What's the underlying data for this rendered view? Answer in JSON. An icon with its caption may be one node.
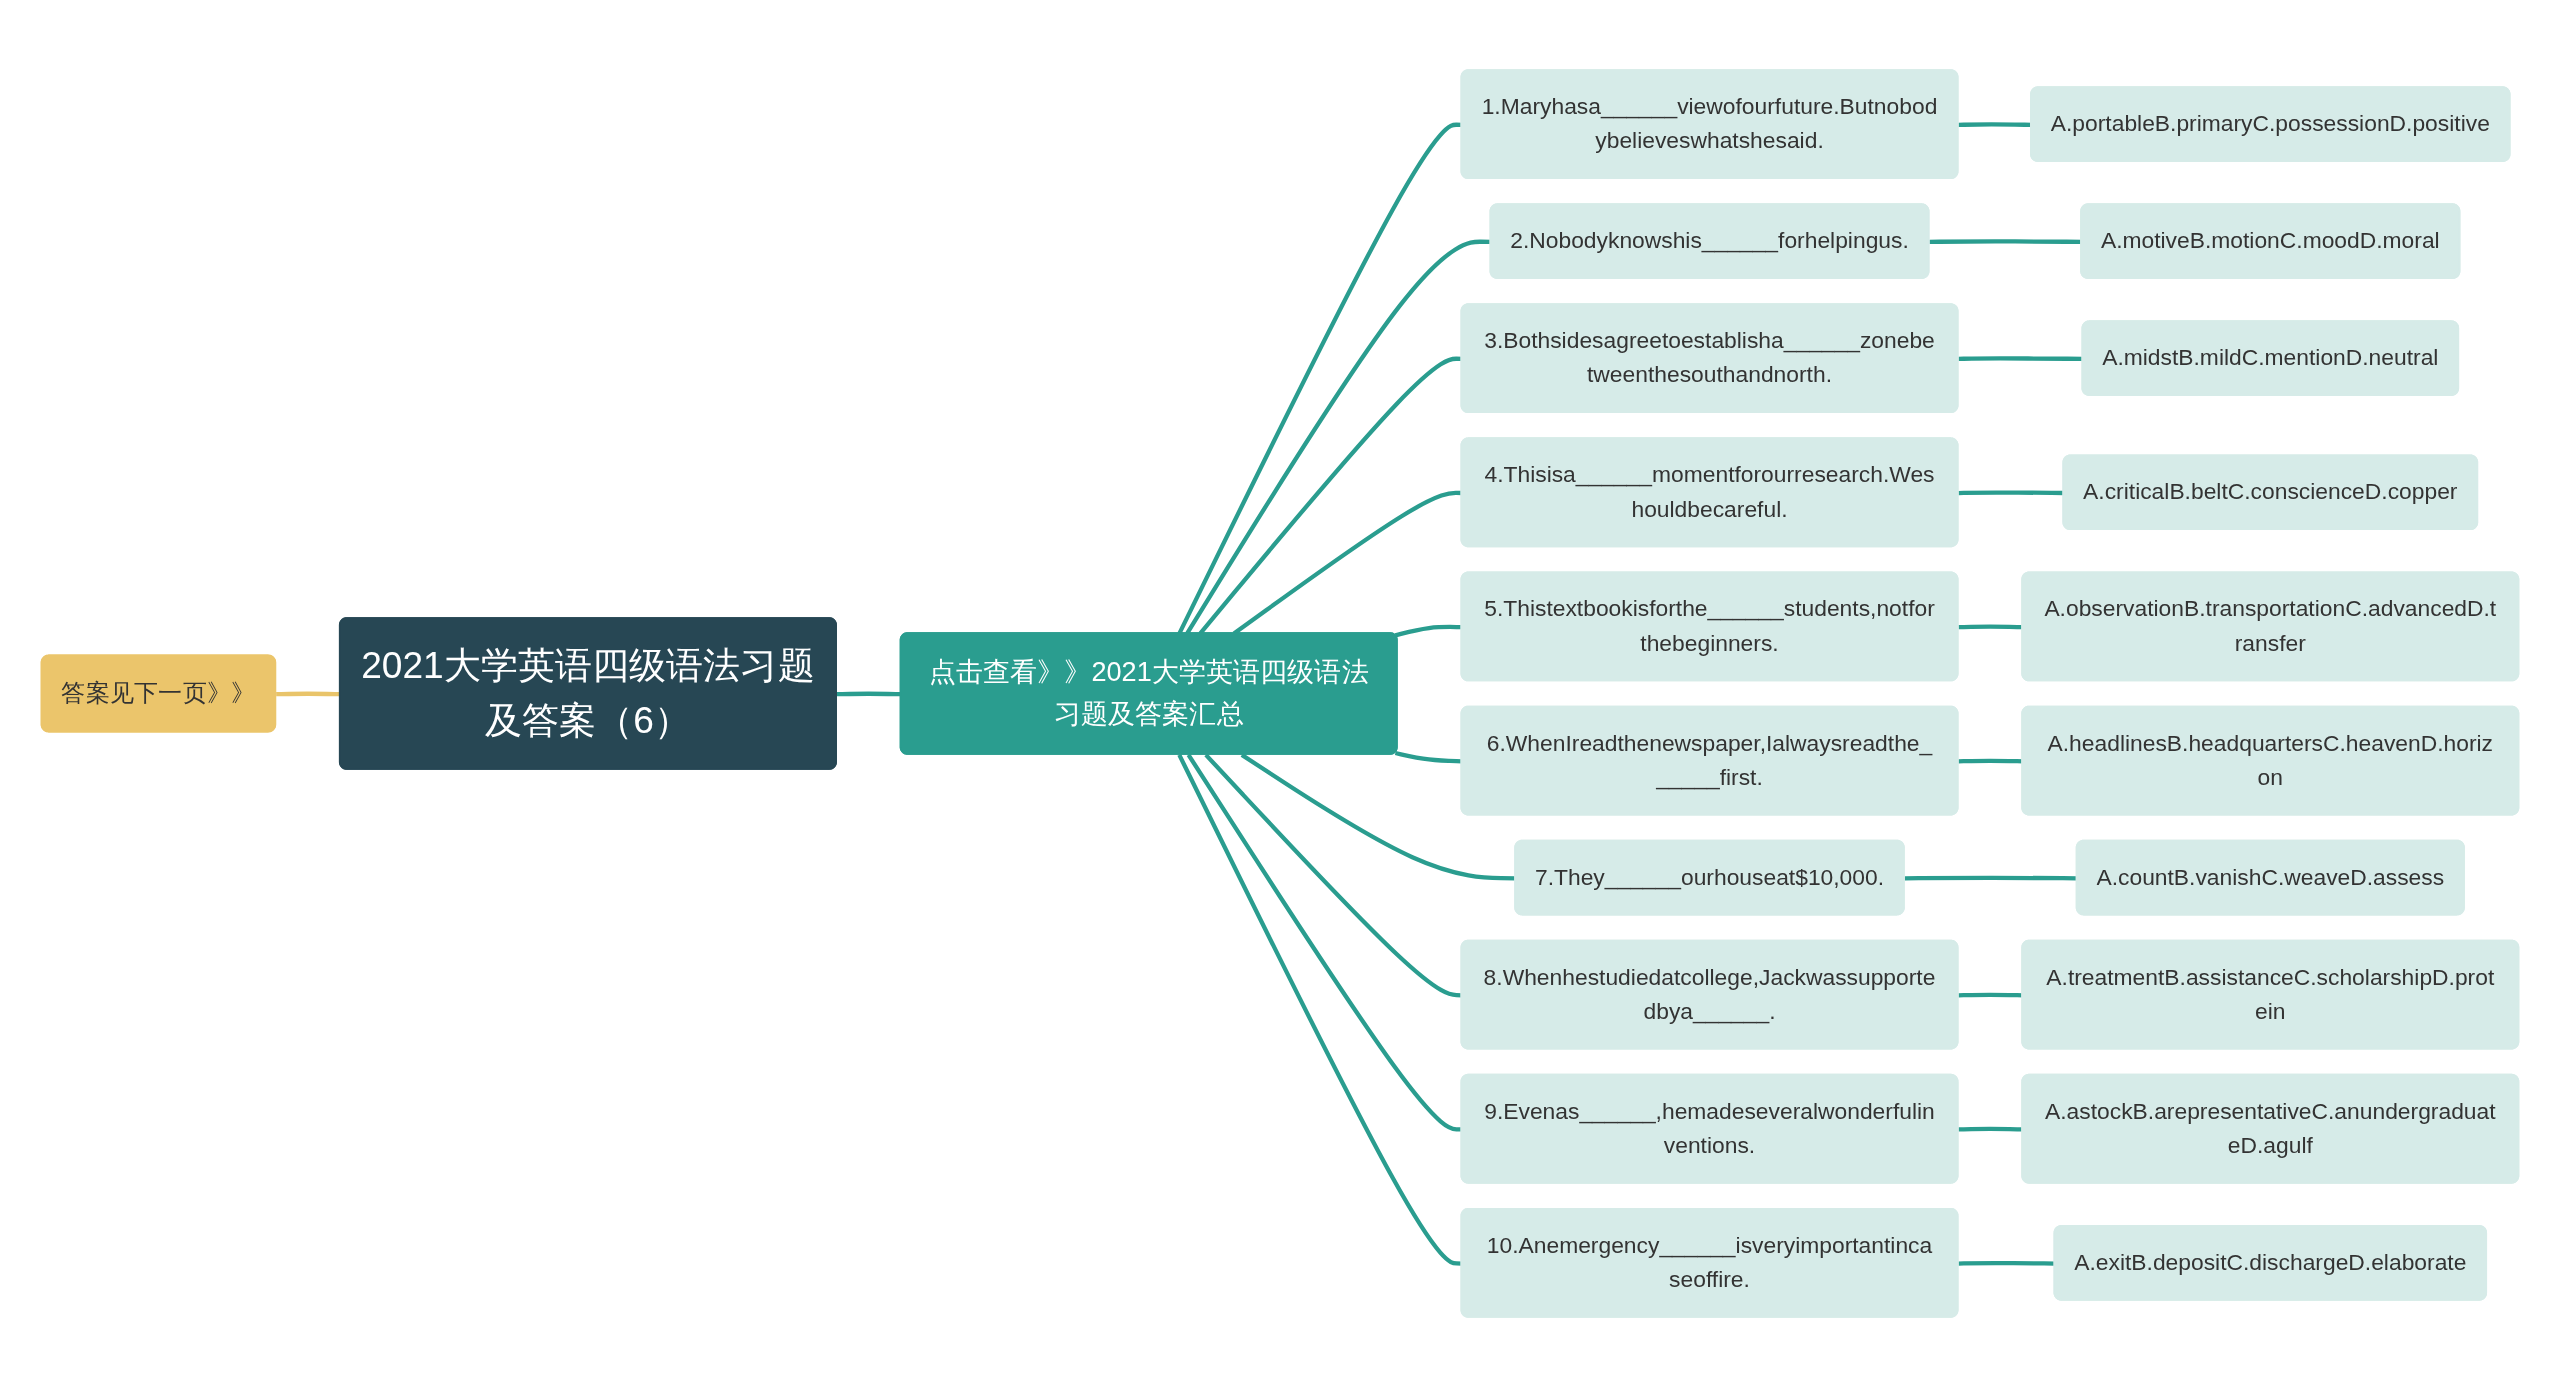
{
  "diagram": {
    "nodes": [
      {
        "text": [
          "答案见下一页》》"
        ]
      },
      {
        "text": [
          "2021大学英语四级语法习题及答案（6）"
        ]
      },
      {
        "text": [
          "点击查看》》2021大学英语四级语法习题及答案汇总"
        ]
      },
      {
        "text": [
          "1.Maryhasa______viewofourfuture.Butnobodybelieveswhatshesaid."
        ]
      },
      {
        "text": [
          "A.portableB.primaryC.possessionD.positive"
        ]
      },
      {
        "text": [
          "2.Nobodyknowshis______forhelpingus."
        ]
      },
      {
        "text": [
          "A.motiveB.motionC.moodD.moral"
        ]
      },
      {
        "text": [
          "3.Bothsidesagreetoestablisha______zonebetweenthesouthandnorth."
        ]
      },
      {
        "text": [
          "A.midstB.mildC.mentionD.neutral"
        ]
      },
      {
        "text": [
          "4.Thisisa______momentforourresearch.Weshouldbecareful."
        ]
      },
      {
        "text": [
          "A.criticalB.beltC.conscienceD.copper"
        ]
      },
      {
        "text": [
          "5.Thistextbookisforthe______students,notforthebeginners."
        ]
      },
      {
        "text": [
          "A.observationB.transportationC.advancedD.transfer"
        ]
      },
      {
        "text": [
          "6.WhenIreadthenewspaper,Ialwaysreadthe______first."
        ]
      },
      {
        "text": [
          "A.headlinesB.headquartersC.heavenD.horizon"
        ]
      },
      {
        "text": [
          "7.They______ourhouseat$10,000."
        ]
      },
      {
        "text": [
          "A.countB.vanishC.weaveD.assess"
        ]
      },
      {
        "text": [
          "8.Whenhestudiedatcollege,Jackwassupportedbya______."
        ]
      },
      {
        "text": [
          "A.treatmentB.assistanceC.scholarshipD.protein"
        ]
      },
      {
        "text": [
          "9.Evenas______,hemadeseveralwonderfulinventions."
        ]
      },
      {
        "text": [
          "A.astockB.arepresentativeC.anundergraduateD.agulf"
        ]
      },
      {
        "text": [
          "10.Anemergency______isveryimportantincaseoffire."
        ]
      },
      {
        "text": [
          "A.exitB.depositC.dischargeD.elaborate"
        ]
      }
    ],
    "edges": [
      {
        "from": 0,
        "to": 1,
        "arrow": "none",
        "color": "#e9c46a"
      },
      {
        "from": 1,
        "to": 2,
        "arrow": "none"
      },
      {
        "from": 2,
        "to": 3,
        "arrow": "none"
      },
      {
        "from": 3,
        "to": 4,
        "arrow": "none"
      },
      {
        "from": 2,
        "to": 5,
        "arrow": "none"
      },
      {
        "from": 5,
        "to": 6,
        "arrow": "none"
      },
      {
        "from": 2,
        "to": 7,
        "arrow": "none"
      },
      {
        "from": 7,
        "to": 8,
        "arrow": "none"
      },
      {
        "from": 2,
        "to": 9,
        "arrow": "none"
      },
      {
        "from": 9,
        "to": 10,
        "arrow": "none"
      },
      {
        "from": 2,
        "to": 11,
        "arrow": "none"
      },
      {
        "from": 11,
        "to": 12,
        "arrow": "none"
      },
      {
        "from": 2,
        "to": 13,
        "arrow": "none"
      },
      {
        "from": 13,
        "to": 14,
        "arrow": "none"
      },
      {
        "from": 2,
        "to": 15,
        "arrow": "none"
      },
      {
        "from": 15,
        "to": 16,
        "arrow": "none"
      },
      {
        "from": 2,
        "to": 17,
        "arrow": "none"
      },
      {
        "from": 17,
        "to": 18,
        "arrow": "none"
      },
      {
        "from": 2,
        "to": 19,
        "arrow": "none"
      },
      {
        "from": 19,
        "to": 20,
        "arrow": "none"
      },
      {
        "from": 2,
        "to": 21,
        "arrow": "none"
      },
      {
        "from": 21,
        "to": 22,
        "arrow": "none"
      }
    ]
  }
}
